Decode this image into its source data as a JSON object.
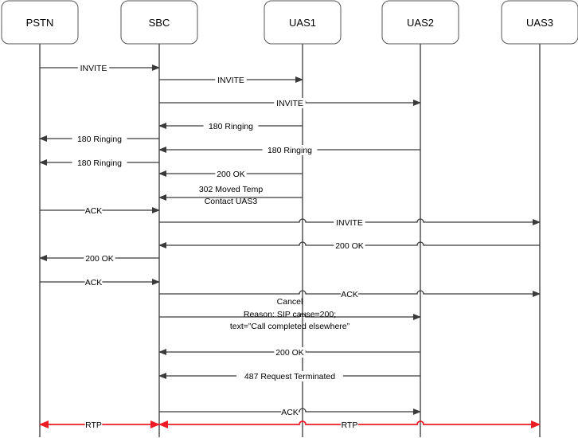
{
  "colors": {
    "line": "#3a3a3a",
    "rtp": "#ee1c25",
    "node_border": "#555555",
    "background": "#ffffff"
  },
  "participants": [
    {
      "id": "pstn",
      "label": "PSTN"
    },
    {
      "id": "sbc",
      "label": "SBC"
    },
    {
      "id": "uas1",
      "label": "UAS1"
    },
    {
      "id": "uas2",
      "label": "UAS2"
    },
    {
      "id": "uas3",
      "label": "UAS3"
    }
  ],
  "messages": [
    {
      "from": "pstn",
      "to": "sbc",
      "lines": [
        "INVITE"
      ],
      "name": "invite-pstn-sbc"
    },
    {
      "from": "sbc",
      "to": "uas1",
      "lines": [
        "INVITE"
      ],
      "name": "invite-sbc-uas1"
    },
    {
      "from": "sbc",
      "to": "uas2",
      "lines": [
        "INVITE"
      ],
      "name": "invite-sbc-uas2"
    },
    {
      "from": "uas1",
      "to": "sbc",
      "lines": [
        "180 Ringing"
      ],
      "name": "ringing-uas1-sbc"
    },
    {
      "from": "sbc",
      "to": "pstn",
      "lines": [
        "180 Ringing"
      ],
      "name": "ringing-sbc-pstn-1"
    },
    {
      "from": "uas2",
      "to": "sbc",
      "lines": [
        "180 Ringing"
      ],
      "name": "ringing-uas2-sbc"
    },
    {
      "from": "sbc",
      "to": "pstn",
      "lines": [
        "180 Ringing"
      ],
      "name": "ringing-sbc-pstn-2"
    },
    {
      "from": "uas1",
      "to": "sbc",
      "lines": [
        "200 OK"
      ],
      "name": "ok-uas1-sbc"
    },
    {
      "from": "uas1",
      "to": "sbc",
      "lines": [
        "302 Moved Temp",
        "Contact UAS3"
      ],
      "name": "moved-uas1-sbc"
    },
    {
      "from": "pstn",
      "to": "sbc",
      "lines": [
        "ACK"
      ],
      "name": "ack-pstn-sbc-1"
    },
    {
      "from": "sbc",
      "to": "uas3",
      "lines": [
        "INVITE"
      ],
      "name": "invite-sbc-uas3"
    },
    {
      "from": "uas3",
      "to": "sbc",
      "lines": [
        "200 OK"
      ],
      "name": "ok-uas3-sbc"
    },
    {
      "from": "sbc",
      "to": "pstn",
      "lines": [
        "200 OK"
      ],
      "name": "ok-sbc-pstn"
    },
    {
      "from": "pstn",
      "to": "sbc",
      "lines": [
        "ACK"
      ],
      "name": "ack-pstn-sbc-2"
    },
    {
      "from": "sbc",
      "to": "uas3",
      "lines": [
        "ACK"
      ],
      "name": "ack-sbc-uas3"
    },
    {
      "from": "sbc",
      "to": "uas2",
      "lines": [
        "Cancel",
        "Reason: SIP cause=200;",
        "text=”Call completed elsewhere”"
      ],
      "name": "cancel-sbc-uas2"
    },
    {
      "from": "uas2",
      "to": "sbc",
      "lines": [
        "200 OK"
      ],
      "name": "ok-uas2-sbc"
    },
    {
      "from": "uas2",
      "to": "sbc",
      "lines": [
        "487 Request Terminated"
      ],
      "name": "terminated-uas2-sbc"
    },
    {
      "from": "sbc",
      "to": "uas2",
      "lines": [
        "ACK"
      ],
      "name": "ack-sbc-uas2"
    },
    {
      "from": "pstn",
      "to": "sbc",
      "lines": [
        "RTP"
      ],
      "name": "rtp-pstn-sbc",
      "bidirectional": true,
      "media": true
    },
    {
      "from": "sbc",
      "to": "uas3",
      "lines": [
        "RTP"
      ],
      "name": "rtp-sbc-uas3",
      "bidirectional": true,
      "media": true
    }
  ]
}
